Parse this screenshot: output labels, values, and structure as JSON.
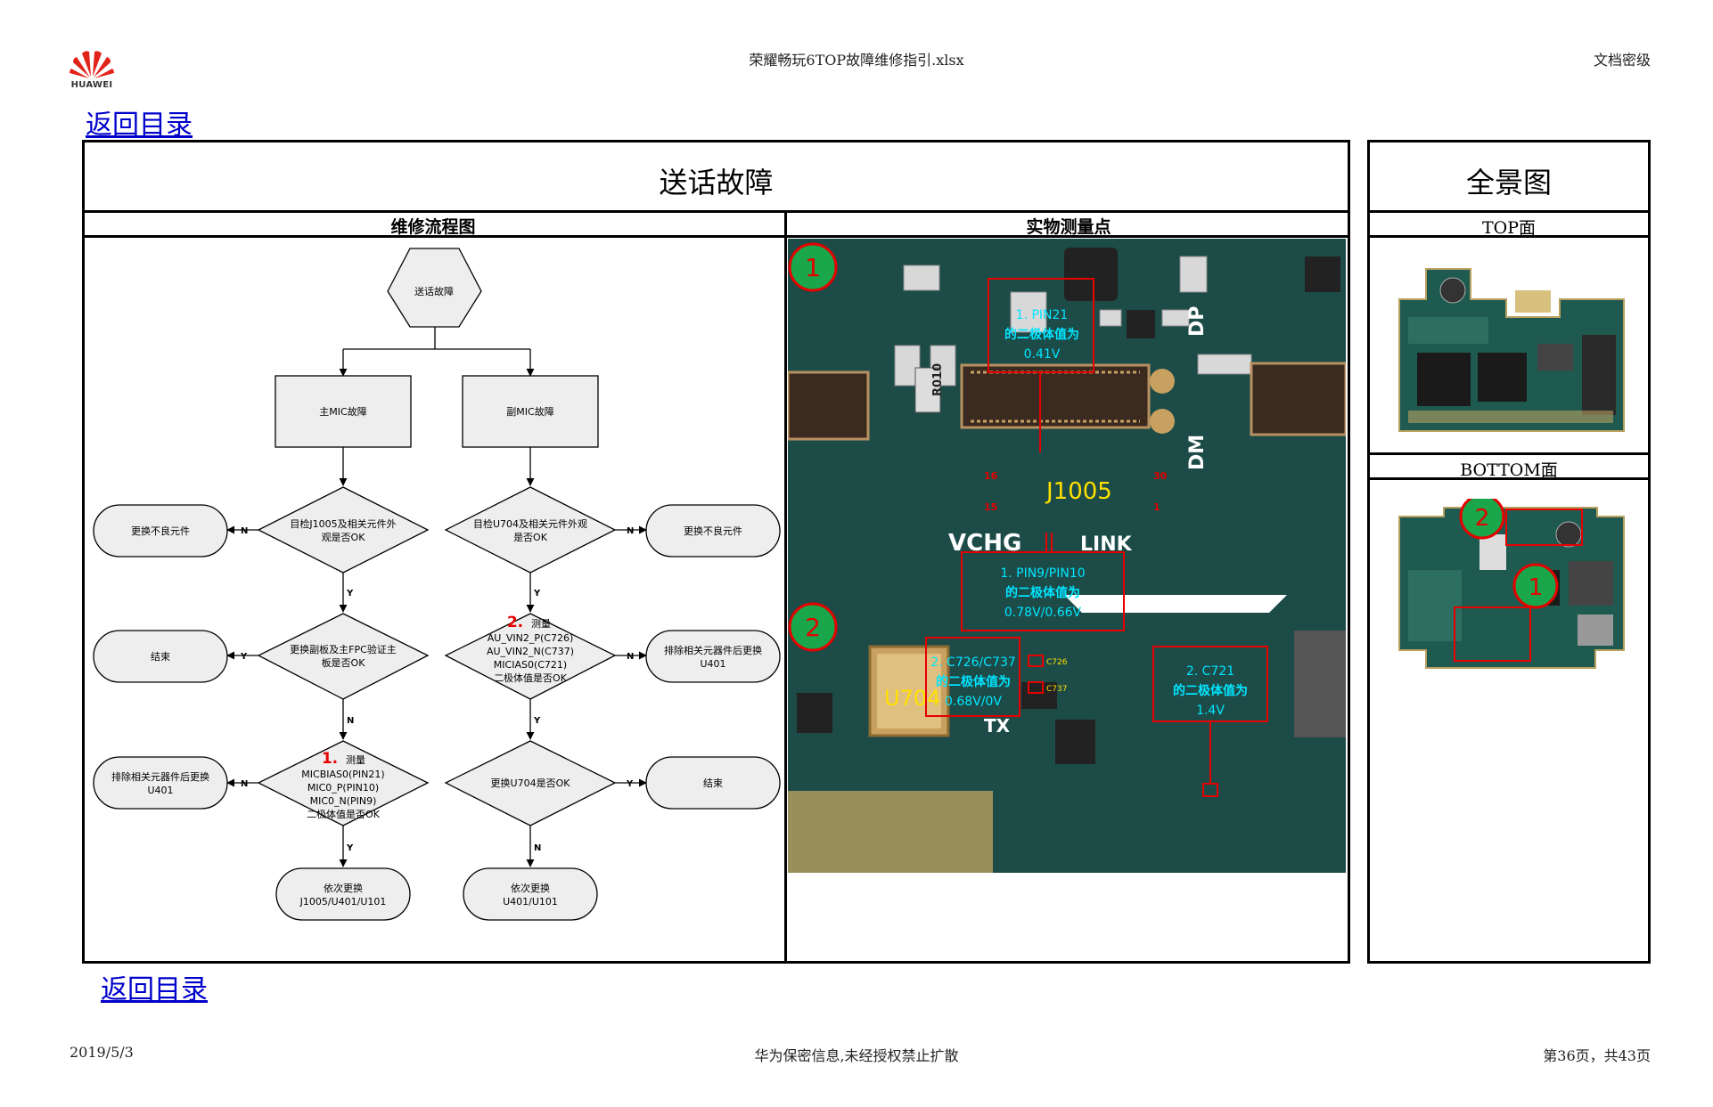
{
  "header": {
    "logo_text": "HUAWEI",
    "doc_title": "荣耀畅玩6TOP故障维修指引.xlsx",
    "security_level": "文档密级"
  },
  "links": {
    "back_to_index_top": "返回目录",
    "back_to_index_bottom": "返回目录"
  },
  "main_panel": {
    "title": "送话故障",
    "flow_header": "维修流程图",
    "photo_header": "实物测量点"
  },
  "overview_panel": {
    "title": "全景图",
    "top_label": "TOP面",
    "bottom_label": "BOTTOM面"
  },
  "flowchart": {
    "start": "送话故障",
    "main_mic": "主MIC故障",
    "sub_mic": "副MIC故障",
    "d1_left": [
      "目检J1005及相关元件外",
      "观是否OK"
    ],
    "d1_right": [
      "目检U704及相关元件外观",
      "是否OK"
    ],
    "replace_left": "更换不良元件",
    "replace_right": "更换不良元件",
    "d2_left": [
      "更换副板及主FPC验证主",
      "板是否OK"
    ],
    "end_left": "结束",
    "d2_right_num": "2.",
    "d2_right": [
      "测量",
      "AU_VIN2_P(C726)",
      "AU_VIN2_N(C737)",
      "MICIAS0(C721)",
      "二极体值是否OK"
    ],
    "excl_right": [
      "排除相关元器件后更换",
      "U401"
    ],
    "d3_left_num": "1.",
    "d3_left": [
      "测量",
      "MICBIAS0(PIN21)",
      "MIC0_P(PIN10)",
      "MIC0_N(PIN9)",
      "二极体值是否OK"
    ],
    "excl_left": [
      "排除相关元器件后更换",
      "U401"
    ],
    "d3_right": "更换U704是否OK",
    "end_right": "结束",
    "final_left": [
      "依次更换",
      "J1005/U401/U101"
    ],
    "final_right": [
      "依次更换",
      "U401/U101"
    ],
    "edge_y": "Y",
    "edge_n": "N"
  },
  "photo_annotations": {
    "marker1": "1",
    "marker2": "2",
    "note_pin21": [
      "1. PIN21",
      "的二极体值为",
      "0.41V"
    ],
    "note_pin9": [
      "1. PIN9/PIN10",
      "的二极体值为",
      "0.78V/0.66V"
    ],
    "note_c726": [
      "2. C726/C737",
      "的二极体值为",
      "0.68V/0V"
    ],
    "note_c721": [
      "2. C721",
      "的二极体值为",
      "1.4V"
    ],
    "conn_label": "J1005",
    "mic_label": "U704",
    "silk_vchg": "VCHG",
    "silk_link": "LINK",
    "silk_dp": "DP",
    "silk_dm": "DM",
    "silk_tx": "TX",
    "silk_r010": "R010",
    "silk_c726": "C726",
    "silk_c737": "C737",
    "silk_pin16": "16",
    "silk_pin30": "30",
    "silk_pin15": "15",
    "silk_pin1": "1"
  },
  "overview_annotations": {
    "marker1": "1",
    "marker2": "2"
  },
  "footer": {
    "date": "2019/5/3",
    "confidential": "华为保密信息,未经授权禁止扩散",
    "page": "第36页，共43页"
  },
  "colors": {
    "accent_red": "#e60000",
    "link_blue": "#0000cc",
    "annotation_cyan": "#00e5ff",
    "marker_green": "#1aa64a",
    "pcb_green": "#1c4b48"
  }
}
